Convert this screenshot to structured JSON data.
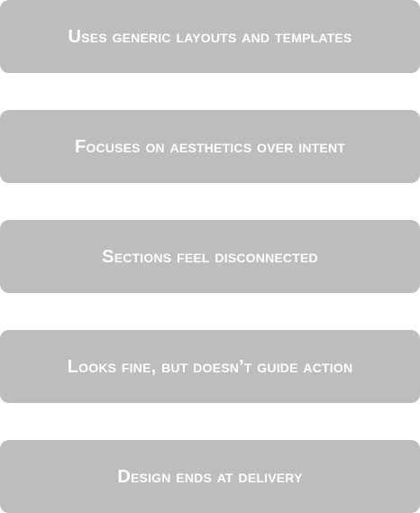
{
  "cards": [
    {
      "label": "Uses generic layouts and templates"
    },
    {
      "label": "Focuses on aesthetics over intent"
    },
    {
      "label": "Sections feel disconnected"
    },
    {
      "label": "Looks fine, but doesn’t guide action"
    },
    {
      "label": "Design ends at delivery"
    }
  ],
  "colors": {
    "card_background": "#bdbdbd",
    "card_text": "#ffffff",
    "page_background": "#ffffff"
  }
}
